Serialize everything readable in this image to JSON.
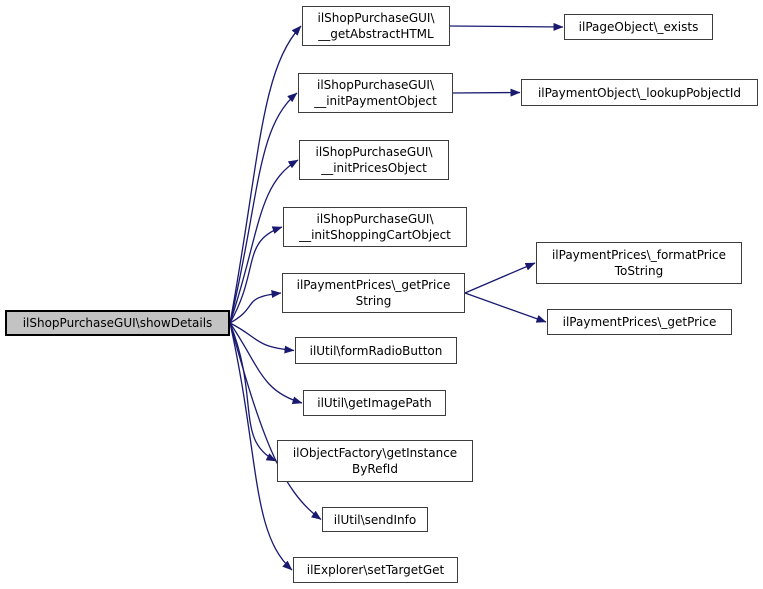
{
  "diagram": {
    "kind": "doxygen-call-graph",
    "colors": {
      "edge": "#191970",
      "node_fill": "#ffffff",
      "node_border": "#3d3d3d",
      "selected_fill": "#c3c3c3",
      "selected_border": "#000000"
    },
    "nodes": [
      {
        "id": "main",
        "label": "ilShopPurchaseGUI\\showDetails",
        "selected": true
      },
      {
        "id": "a1",
        "label": "ilShopPurchaseGUI\\\n__getAbstractHTML"
      },
      {
        "id": "a2",
        "label": "ilShopPurchaseGUI\\\n__initPaymentObject"
      },
      {
        "id": "a3",
        "label": "ilShopPurchaseGUI\\\n__initPricesObject"
      },
      {
        "id": "a4",
        "label": "ilShopPurchaseGUI\\\n__initShoppingCartObject"
      },
      {
        "id": "a5",
        "label": "ilPaymentPrices\\_getPrice\nString"
      },
      {
        "id": "a6",
        "label": "ilUtil\\formRadioButton"
      },
      {
        "id": "a7",
        "label": "ilUtil\\getImagePath"
      },
      {
        "id": "a8",
        "label": "ilObjectFactory\\getInstance\nByRefId"
      },
      {
        "id": "a9",
        "label": "ilUtil\\sendInfo"
      },
      {
        "id": "a10",
        "label": "ilExplorer\\setTargetGet"
      },
      {
        "id": "b1",
        "label": "ilPageObject\\_exists"
      },
      {
        "id": "b2",
        "label": "ilPaymentObject\\_lookupPobjectId"
      },
      {
        "id": "b3",
        "label": "ilPaymentPrices\\_formatPrice\nToString"
      },
      {
        "id": "b4",
        "label": "ilPaymentPrices\\_getPrice"
      }
    ],
    "edges": [
      {
        "from": "main",
        "to": "a1",
        "curve": true
      },
      {
        "from": "main",
        "to": "a2",
        "curve": true
      },
      {
        "from": "main",
        "to": "a3",
        "curve": true
      },
      {
        "from": "main",
        "to": "a4",
        "curve": true
      },
      {
        "from": "main",
        "to": "a5",
        "curve": true
      },
      {
        "from": "main",
        "to": "a6",
        "curve": true
      },
      {
        "from": "main",
        "to": "a7",
        "curve": true
      },
      {
        "from": "main",
        "to": "a8",
        "curve": true
      },
      {
        "from": "main",
        "to": "a9",
        "curve": true
      },
      {
        "from": "main",
        "to": "a10",
        "curve": true
      },
      {
        "from": "a1",
        "to": "b1",
        "curve": false
      },
      {
        "from": "a2",
        "to": "b2",
        "curve": false
      },
      {
        "from": "a5",
        "to": "b3",
        "curve": false
      },
      {
        "from": "a5",
        "to": "b4",
        "curve": false
      }
    ]
  }
}
